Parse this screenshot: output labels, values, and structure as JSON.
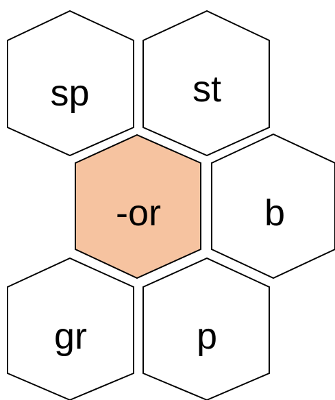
{
  "colors": {
    "center_fill": "#F6C3A0",
    "tile_fill": "#FFFFFF",
    "stroke": "#000000"
  },
  "tiles": [
    {
      "id": "sp",
      "label": "sp",
      "highlight": false
    },
    {
      "id": "st",
      "label": "st",
      "highlight": false
    },
    {
      "id": "or",
      "label": "-or",
      "highlight": true
    },
    {
      "id": "b",
      "label": "b",
      "highlight": false
    },
    {
      "id": "gr",
      "label": "gr",
      "highlight": false
    },
    {
      "id": "p",
      "label": "p",
      "highlight": false
    }
  ]
}
